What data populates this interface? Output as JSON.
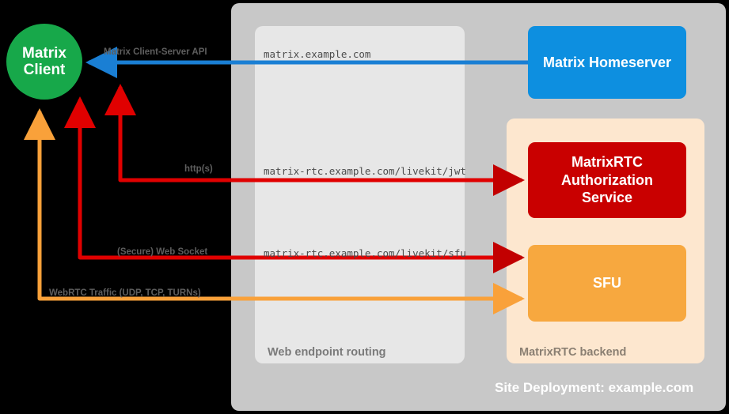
{
  "diagram": {
    "title": "Site Deployment: example.com",
    "background": "#000000",
    "nodes": {
      "client": {
        "label_line1": "Matrix",
        "label_line2": "Client",
        "color": "#17a84a",
        "shape": "circle"
      },
      "homeserver": {
        "label": "Matrix Homeserver",
        "color": "#0d8fe0",
        "shape": "rounded-rect"
      },
      "auth_service": {
        "label_line1": "MatrixRTC",
        "label_line2": "Authorization",
        "label_line3": "Service",
        "color": "#c90000",
        "shape": "rounded-rect"
      },
      "sfu": {
        "label": "SFU",
        "color": "#f7a83f",
        "shape": "rounded-rect"
      }
    },
    "containers": {
      "site": {
        "label": "Site Deployment: example.com",
        "color": "#c8c8c8"
      },
      "web_routing": {
        "label": "Web endpoint routing",
        "color": "#e6e6e6"
      },
      "rtc_backend": {
        "label": "MatrixRTC backend",
        "color": "#fde7cf"
      }
    },
    "edges": [
      {
        "name": "matrix-client-server-api",
        "protocol_label": "Matrix Client-Server API",
        "endpoint": "matrix.example.com",
        "color": "#1a7fd4",
        "direction": "to-client"
      },
      {
        "name": "jwt-auth",
        "protocol_label": "http(s)",
        "endpoint": "matrix-rtc.example.com/livekit/jwt",
        "color": "#e00000",
        "direction": "to-client"
      },
      {
        "name": "sfu-websocket",
        "protocol_label": "(Secure) Web Socket",
        "endpoint": "matrix-rtc.example.com/livekit/sfu",
        "color": "#e00000",
        "direction": "to-client"
      },
      {
        "name": "webrtc-media",
        "protocol_label": "WebRTC Traffic (UDP, TCP, TURNs)",
        "endpoint": "",
        "color": "#f9a13a",
        "direction": "to-client"
      }
    ]
  }
}
